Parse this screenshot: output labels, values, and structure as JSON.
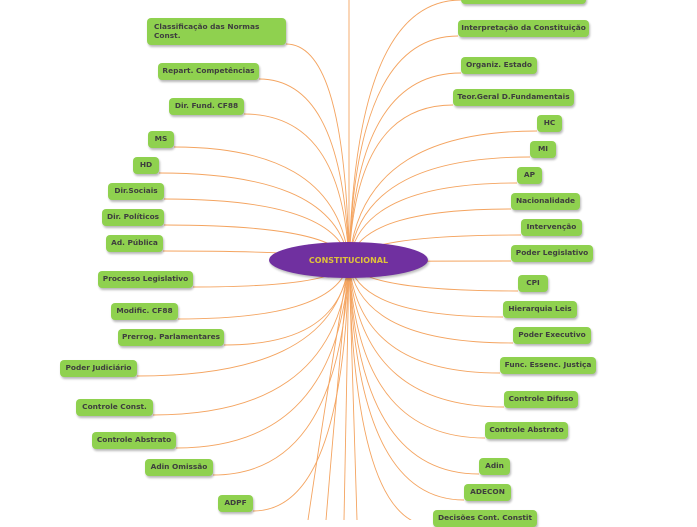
{
  "mindmap": {
    "center": {
      "label": "CONSTITUCIONAL",
      "color": "#7030a0",
      "text_color": "#e0c23a"
    },
    "branch_color": "#f4a460",
    "node_color": "#8fd14f",
    "left_nodes": [
      {
        "label": "Classificação das Normas Const."
      },
      {
        "label": "Repart. Competências"
      },
      {
        "label": "Dir. Fund. CF88"
      },
      {
        "label": "MS"
      },
      {
        "label": "HD"
      },
      {
        "label": "Dir.Sociais"
      },
      {
        "label": "Dir. Políticos"
      },
      {
        "label": "Ad. Pública"
      },
      {
        "label": "Processo Legislativo"
      },
      {
        "label": "Modific. CF88"
      },
      {
        "label": "Prerrog. Parlamentares"
      },
      {
        "label": "Poder Judiciário"
      },
      {
        "label": "Controle Const."
      },
      {
        "label": "Controle Abstrato"
      },
      {
        "label": "Adin Omissão"
      },
      {
        "label": "ADPF"
      }
    ],
    "right_nodes": [
      {
        "label": "Interpretação da Constituição"
      },
      {
        "label": "Organiz. Estado"
      },
      {
        "label": "Teor.Geral D.Fundamentais"
      },
      {
        "label": "HC"
      },
      {
        "label": "MI"
      },
      {
        "label": "AP"
      },
      {
        "label": "Nacionalidade"
      },
      {
        "label": "Intervenção"
      },
      {
        "label": "Poder Legislativo"
      },
      {
        "label": "CPI"
      },
      {
        "label": "Hierarquia Leis"
      },
      {
        "label": "Poder Executivo"
      },
      {
        "label": "Func. Essenc. Justiça"
      },
      {
        "label": "Controle Difuso"
      },
      {
        "label": "Controle Abstrato"
      },
      {
        "label": "Adin"
      },
      {
        "label": "ADECON"
      },
      {
        "label": "Decisões Cont. Constit"
      }
    ]
  }
}
